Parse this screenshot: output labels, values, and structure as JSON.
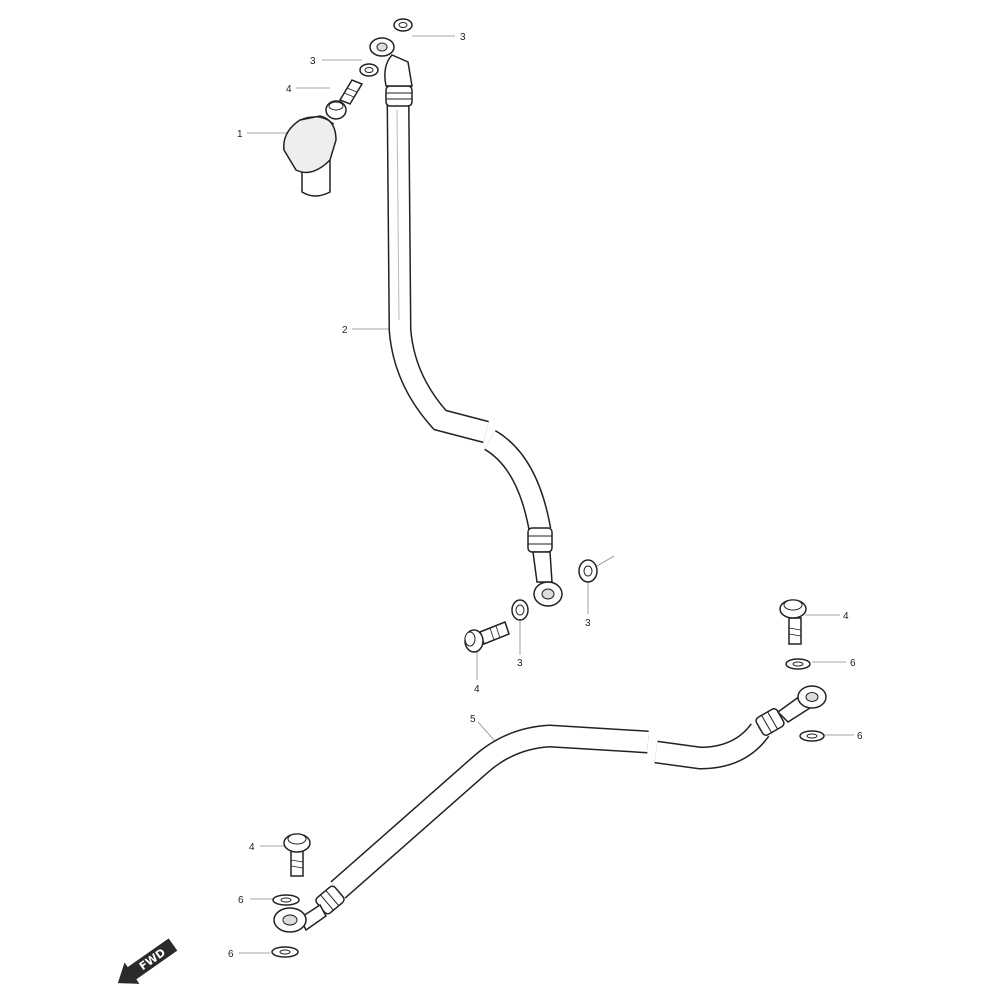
{
  "diagram": {
    "fwd_label": "FWD",
    "colors": {
      "line": "#222222",
      "leader": "#888888",
      "fill": "#ffffff",
      "shade": "#e6e6e6",
      "arrow": "#2a2a2a"
    },
    "labels": {
      "damper_cap": "1",
      "front_hose": "2",
      "washer_a": "3",
      "washer_b": "3",
      "washer_c": "3",
      "washer_d": "3",
      "bolt_top": "4",
      "bolt_mid": "4",
      "bolt_right": "4",
      "bolt_left": "4",
      "rear_hose": "5",
      "washer_r1": "6",
      "washer_r2": "6",
      "washer_l1": "6",
      "washer_l2": "6"
    }
  }
}
